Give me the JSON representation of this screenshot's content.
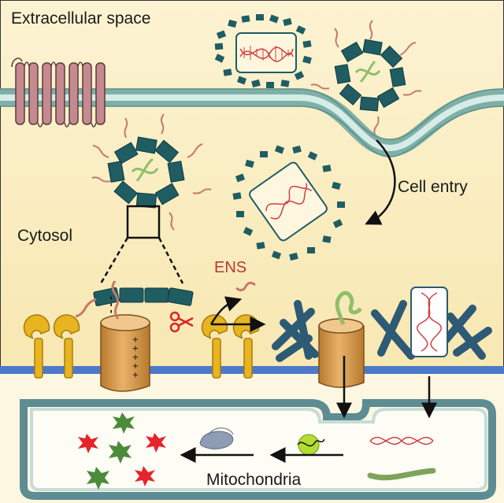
{
  "labels": {
    "extracellular": "Extracellular space",
    "cytosol": "Cytosol",
    "cell_entry": "Cell entry",
    "ens": "ENS",
    "mitochondria": "Mitochondria"
  },
  "membrane_charges": {
    "negative": "- - -",
    "positive": "+ + + + +"
  },
  "icons": [
    "gpcr-receptor-icon",
    "nanoparticle-icon",
    "dna-helix-icon",
    "scissors-icon",
    "receptor-icon",
    "ion-channel-icon",
    "nanofiber-network-icon",
    "star-molecule-icon",
    "protein-aggregate-icon"
  ],
  "colors": {
    "extracellular_bg": "#fbf0c8",
    "cytosol_bg": "#fbf3d3",
    "membrane": "#6f9f9a",
    "nuclear_membrane": "#4d79c9",
    "particle": "#1f5d63",
    "peptide": "#b8685c",
    "channel": "#d49a4a",
    "receptor": "#e8b41f",
    "dna": "#d04040",
    "fiber": "#2d5a74",
    "star_red": "#e5242b",
    "star_green": "#4c8b3a"
  }
}
